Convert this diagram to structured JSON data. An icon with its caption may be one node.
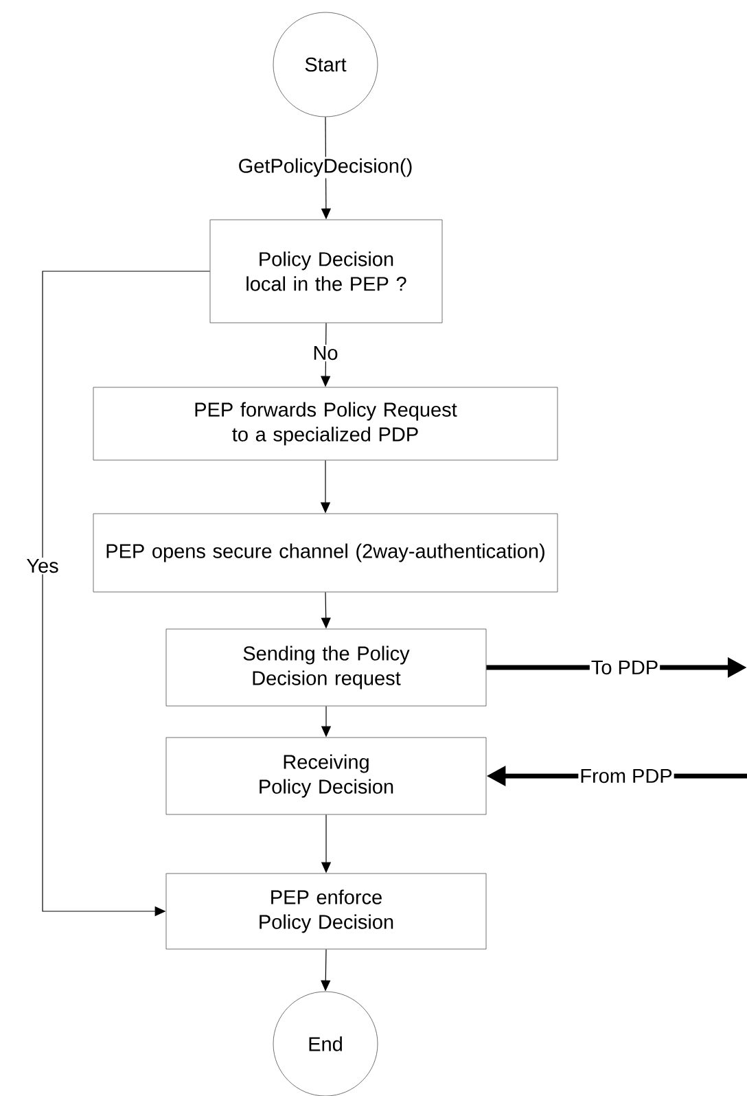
{
  "diagram": {
    "nodes": [
      {
        "text": [
          "Start"
        ]
      },
      {
        "text": [
          "Policy Decision local in the PEP ?"
        ]
      },
      {
        "text": [
          "PEP forwards Policy Request to a specialized PDP"
        ]
      },
      {
        "text": [
          "PEP opens secure channel (2way-authentication)"
        ]
      },
      {
        "text": [
          "Sending the Policy Decision request"
        ]
      },
      {
        "text": [
          "Receiving Policy Decision"
        ]
      },
      {
        "text": [
          "PEP enforce Policy Decision"
        ]
      },
      {
        "text": [
          "End"
        ]
      }
    ],
    "edges": [
      {
        "from": 0,
        "to": 1,
        "arrow": "to",
        "label": "GetPolicyDecision()"
      },
      {
        "from": 1,
        "to": 2,
        "arrow": "to",
        "label": "No"
      },
      {
        "from": 2,
        "to": 3,
        "arrow": "to"
      },
      {
        "from": 3,
        "to": 4,
        "arrow": "to"
      },
      {
        "from": 4,
        "to": 5,
        "arrow": "to"
      },
      {
        "from": 5,
        "to": 6,
        "arrow": "to"
      },
      {
        "from": 6,
        "to": 7,
        "arrow": "to"
      },
      {
        "from": 1,
        "to": 6,
        "arrow": "to",
        "label": "Yes"
      },
      {
        "from": 4,
        "to": null,
        "arrow": "to",
        "label": "To PDP",
        "style": "thick"
      },
      {
        "from": null,
        "to": 5,
        "arrow": "to",
        "label": "From PDP",
        "style": "thick"
      }
    ]
  }
}
